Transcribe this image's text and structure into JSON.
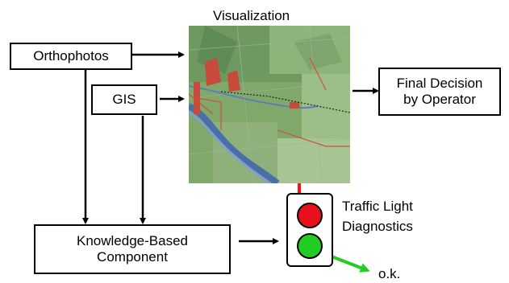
{
  "diagram": {
    "orthophotos": "Orthophotos",
    "gis": "GIS",
    "visualization_title": "Visualization",
    "final_decision_line1": "Final Decision",
    "final_decision_line2": "by Operator",
    "kb_line1": "Knowledge-Based",
    "kb_line2": "Component",
    "traffic_line1": "Traffic Light",
    "traffic_line2": "Diagnostics",
    "ok_label": "o.k.",
    "colors": {
      "red_lamp": "#e8101a",
      "green_lamp": "#22cc22",
      "red_arrow": "#ff1010",
      "green_arrow": "#22cc22"
    }
  }
}
